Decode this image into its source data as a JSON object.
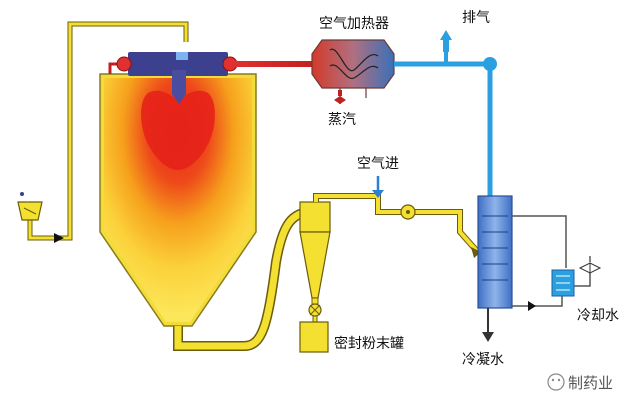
{
  "labels": {
    "air_heater": "空气加热器",
    "exhaust": "排气",
    "steam": "蒸汽",
    "air_inlet": "空气进",
    "powder_tank": "密封粉末罐",
    "cooling_water": "冷却水",
    "condensate": "冷凝水"
  },
  "watermark": {
    "text": "制药业"
  },
  "colors": {
    "product_line": "#f4e030",
    "product_line_dark": "#6b5b0a",
    "hot_air_line": "#d92a2a",
    "exhaust_line": "#2aa0e0",
    "dryer_chamber": "#fbe45a",
    "heat_core": "#e02a1e",
    "condenser": "#5c8ed6",
    "nozzle": "#3d3f8f"
  }
}
